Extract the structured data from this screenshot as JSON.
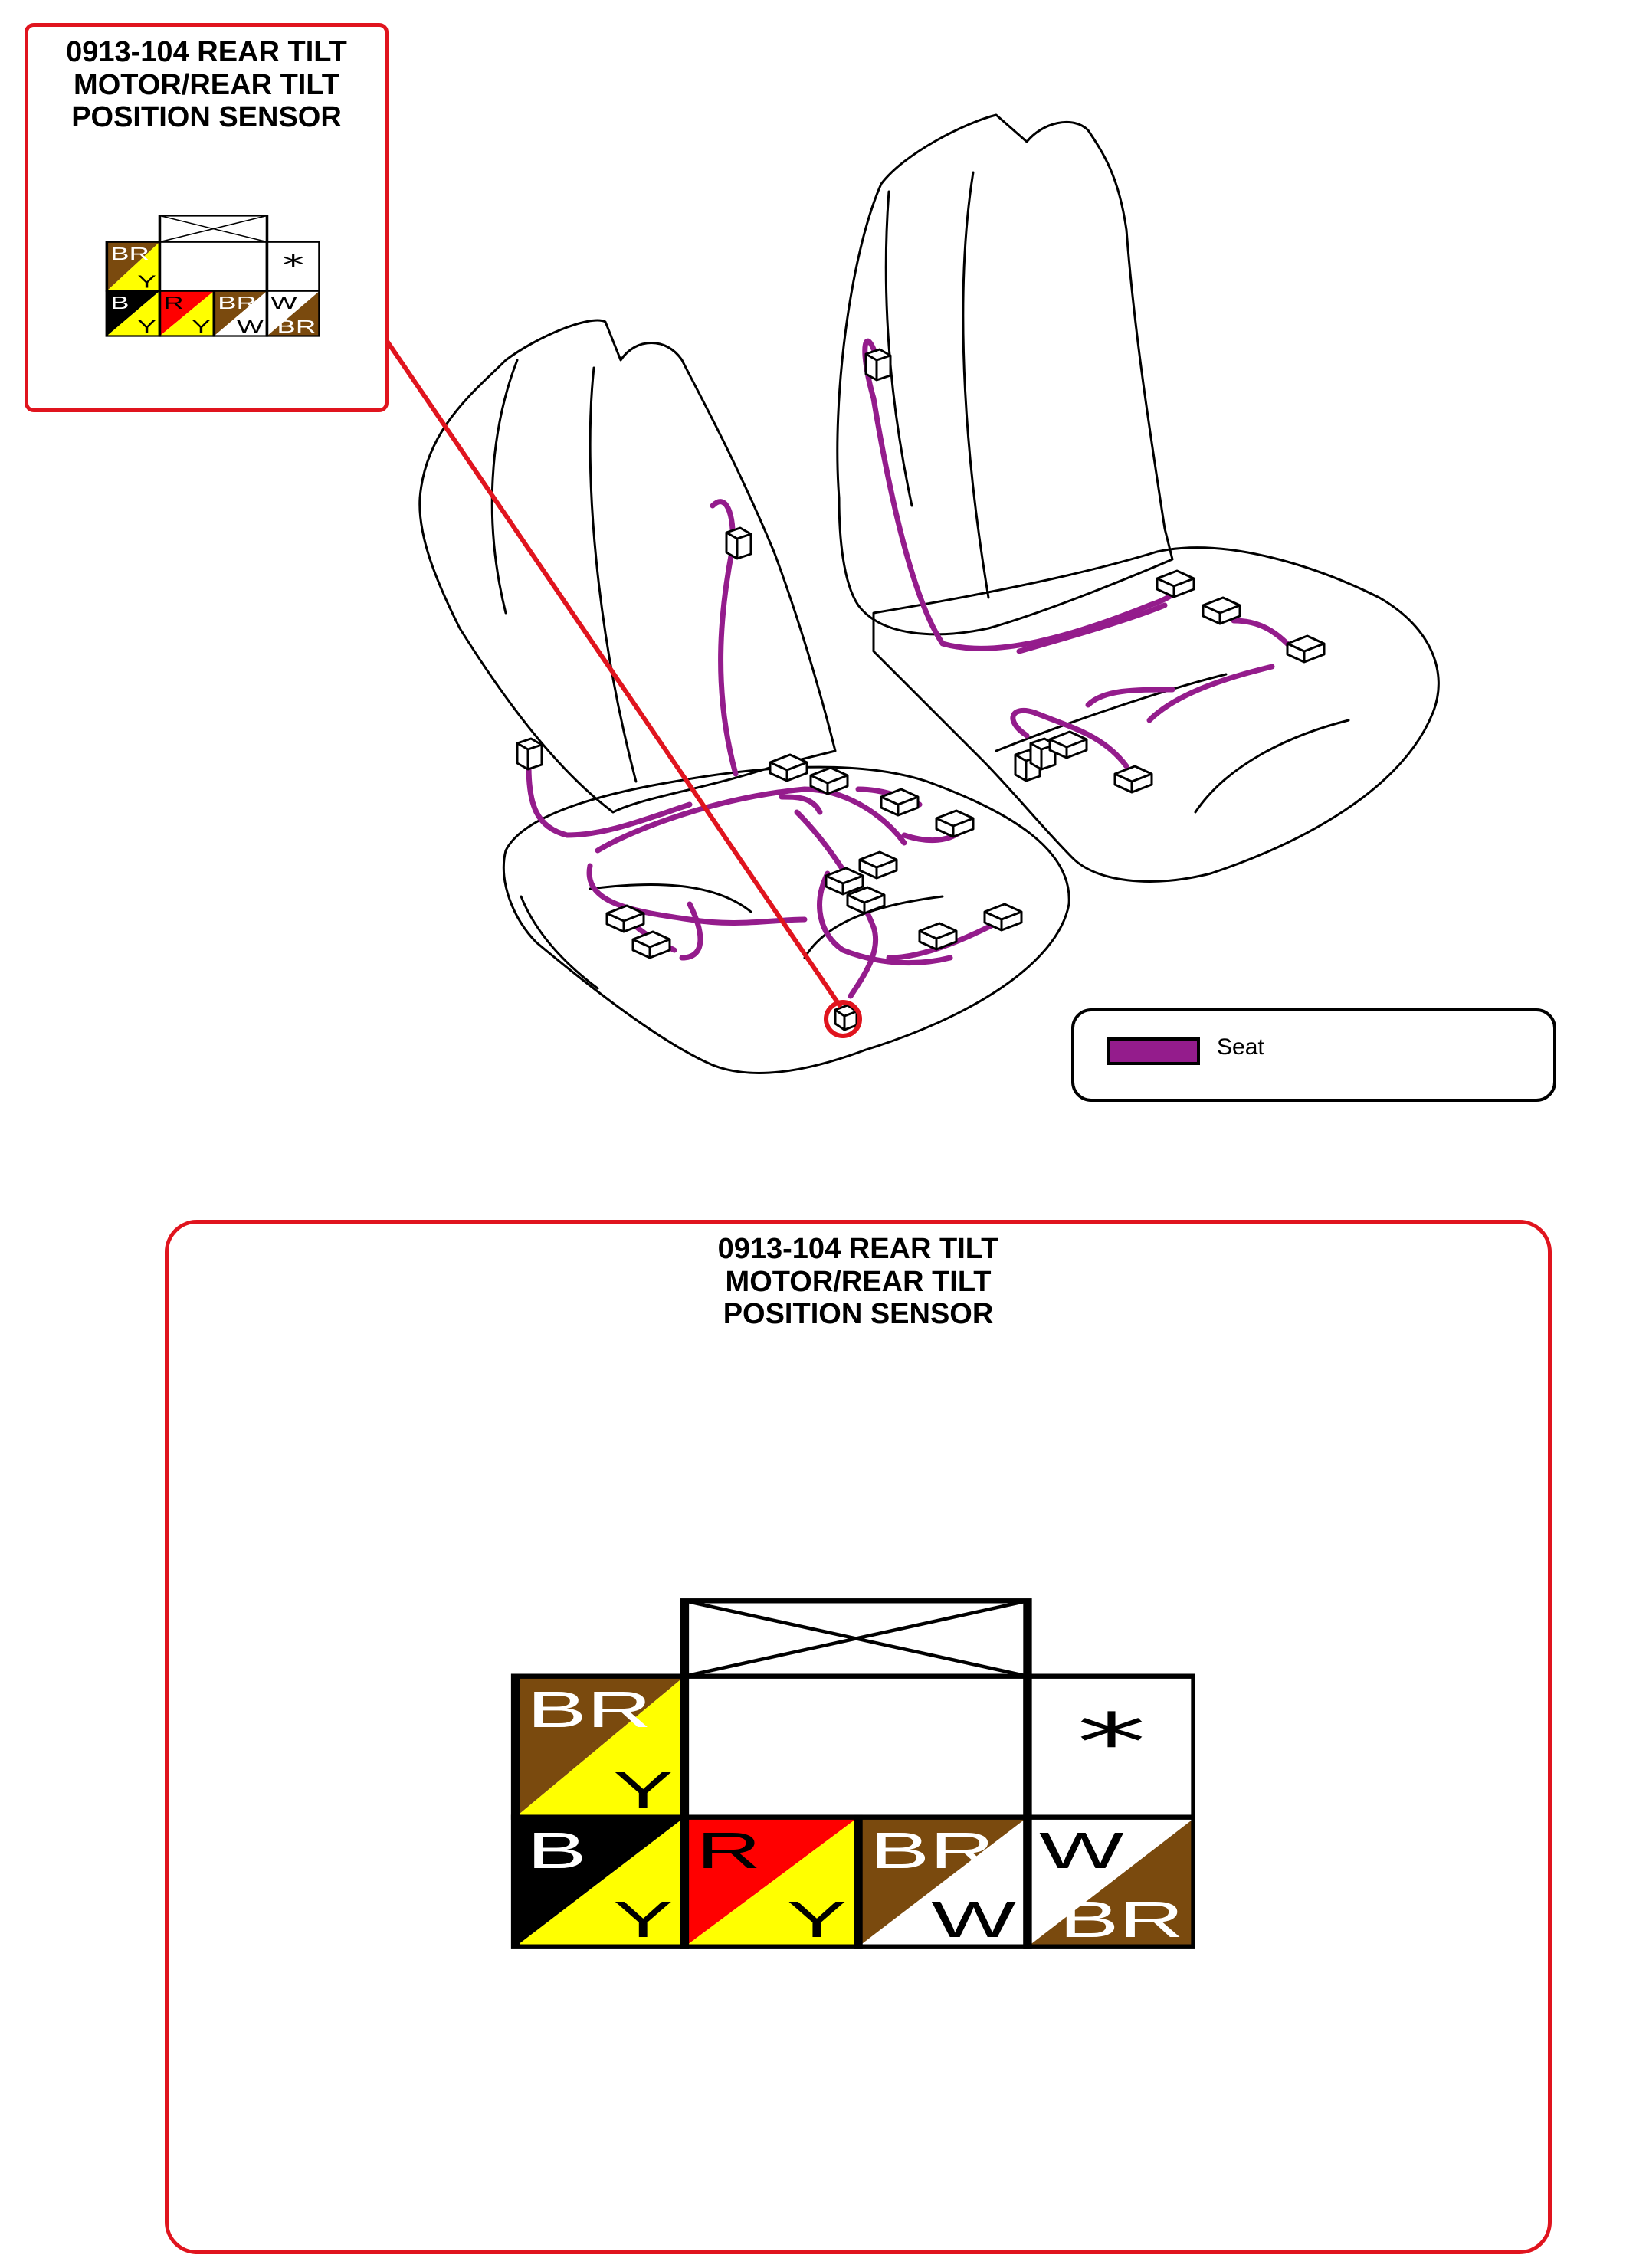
{
  "connector": {
    "title_lines": [
      "0913-104 REAR TILT",
      "MOTOR/REAR TILT",
      "POSITION SENSOR"
    ],
    "pins": [
      {
        "name": "pin-1",
        "top_label": "BR",
        "bottom_label": "Y",
        "top_color": "#7a4a0e",
        "bottom_color": "#ffff00",
        "top_text_color": "#ffffff",
        "bottom_text_color": "#000000"
      },
      {
        "name": "pin-blank",
        "top_label": "",
        "bottom_label": "",
        "top_color": "#ffffff",
        "bottom_color": "#ffffff",
        "top_text_color": "#000000",
        "bottom_text_color": "#000000"
      },
      {
        "name": "pin-star",
        "top_label": "*",
        "bottom_label": "",
        "top_color": "#ffffff",
        "bottom_color": "#ffffff",
        "top_text_color": "#000000",
        "bottom_text_color": "#000000"
      },
      {
        "name": "pin-2",
        "top_label": "B",
        "bottom_label": "Y",
        "top_color": "#000000",
        "bottom_color": "#ffff00",
        "top_text_color": "#ffffff",
        "bottom_text_color": "#000000"
      },
      {
        "name": "pin-3",
        "top_label": "R",
        "bottom_label": "Y",
        "top_color": "#ff0000",
        "bottom_color": "#ffff00",
        "top_text_color": "#000000",
        "bottom_text_color": "#000000"
      },
      {
        "name": "pin-4",
        "top_label": "BR",
        "bottom_label": "W",
        "top_color": "#7a4a0e",
        "bottom_color": "#ffffff",
        "top_text_color": "#ffffff",
        "bottom_text_color": "#000000"
      },
      {
        "name": "pin-5",
        "top_label": "W",
        "bottom_label": "BR",
        "top_color": "#ffffff",
        "bottom_color": "#7a4a0e",
        "top_text_color": "#000000",
        "bottom_text_color": "#ffffff"
      }
    ]
  },
  "legend": {
    "label": "Seat",
    "color": "#941c8c"
  },
  "colors": {
    "callout_red": "#e0141e",
    "harness_purple": "#941c8c"
  }
}
